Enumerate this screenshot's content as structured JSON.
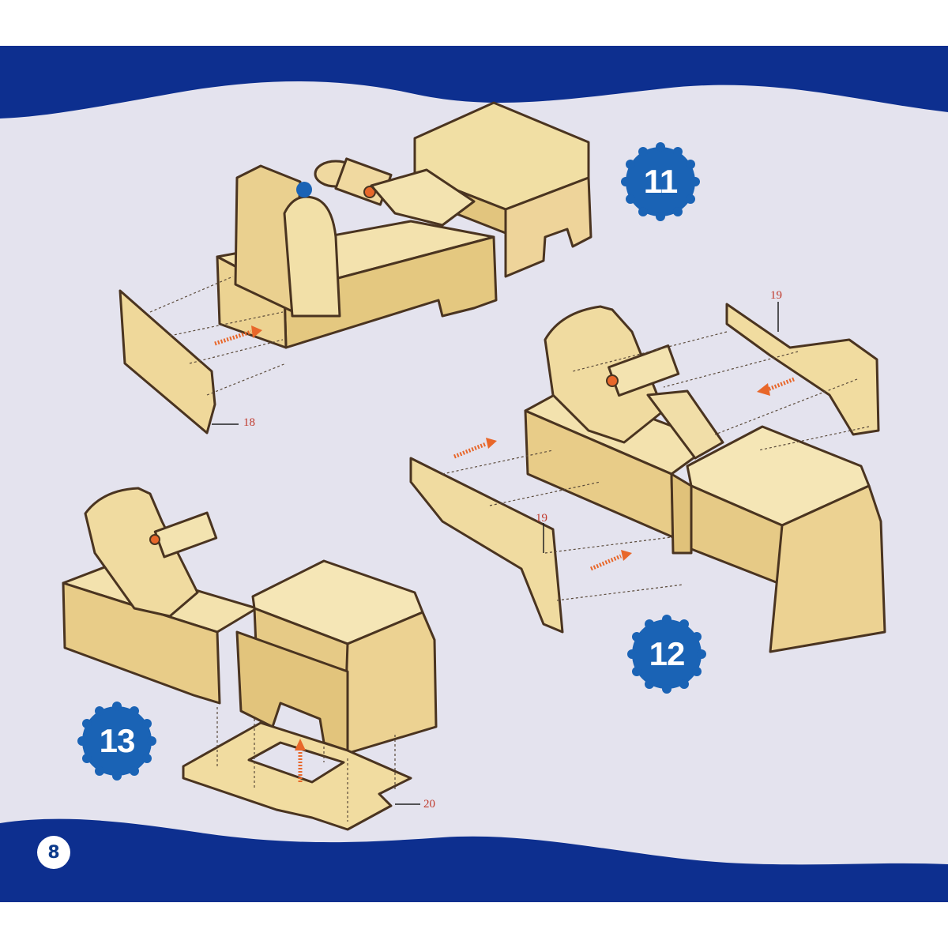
{
  "colors": {
    "page_background": "#ffffff",
    "sheet_background": "#e4e3ee",
    "band_blue": "#0d2f8f",
    "badge_blue": "#1a63b5",
    "wood_light": "#f1dfa4",
    "wood_mid": "#e2c57e",
    "wood_edge": "#4a3420",
    "arrow_orange": "#e8672a",
    "part_label_red": "#c0392b"
  },
  "steps": [
    {
      "number": "11"
    },
    {
      "number": "12"
    },
    {
      "number": "13"
    }
  ],
  "part_labels": {
    "step11_panel": "18",
    "step12_rear_side": "19",
    "step12_front_side": "19",
    "step13_base": "20"
  },
  "page_number": "8"
}
